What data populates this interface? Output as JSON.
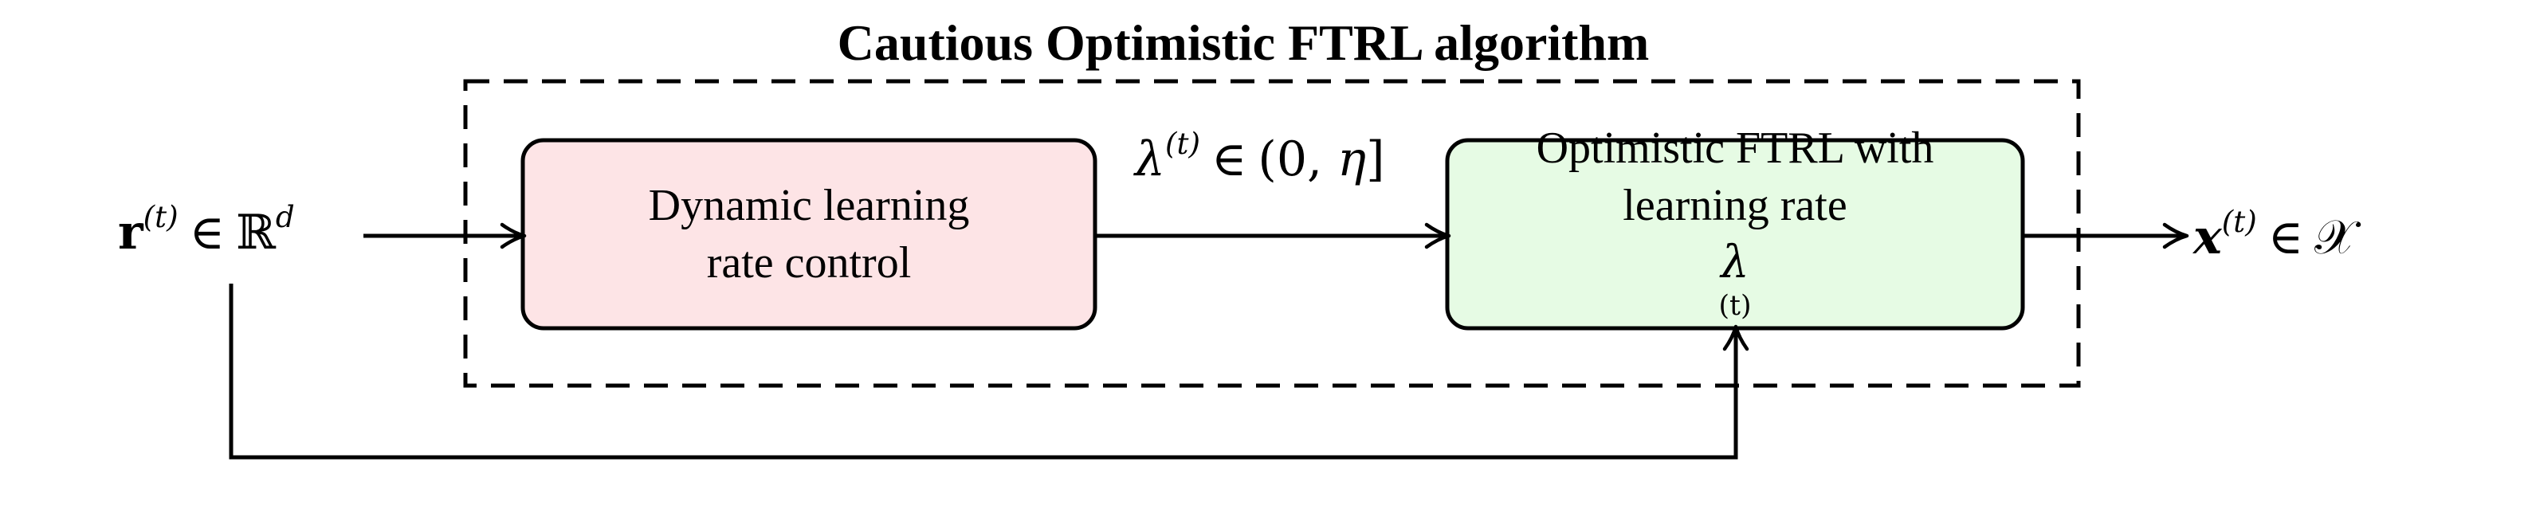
{
  "title": "Cautious Optimistic FTRL algorithm",
  "boxes": {
    "dynamic": {
      "lines": [
        "Dynamic learning",
        "rate control"
      ],
      "fill": "#fde4e6"
    },
    "optimistic": {
      "line1": "Optimistic FTRL with",
      "line2_text": "learning rate ",
      "fill": "#e6fbe4"
    }
  },
  "math": {
    "input": {
      "symbol": "r",
      "superscript": "(t)",
      "relation": "∈",
      "set": "ℝ",
      "set_superscript": "d"
    },
    "lambda": {
      "symbol": "λ",
      "superscript": "(t)",
      "relation": "∈",
      "interval_open": "(0, ",
      "eta": "η",
      "interval_close": "]"
    },
    "lambda_in_box": {
      "symbol": "λ",
      "superscript": "(t)"
    },
    "output": {
      "symbol": "x",
      "superscript": "(t)",
      "relation": "∈",
      "set": "𝒳"
    }
  },
  "colors": {
    "stroke": "#000000",
    "background": "#ffffff"
  }
}
